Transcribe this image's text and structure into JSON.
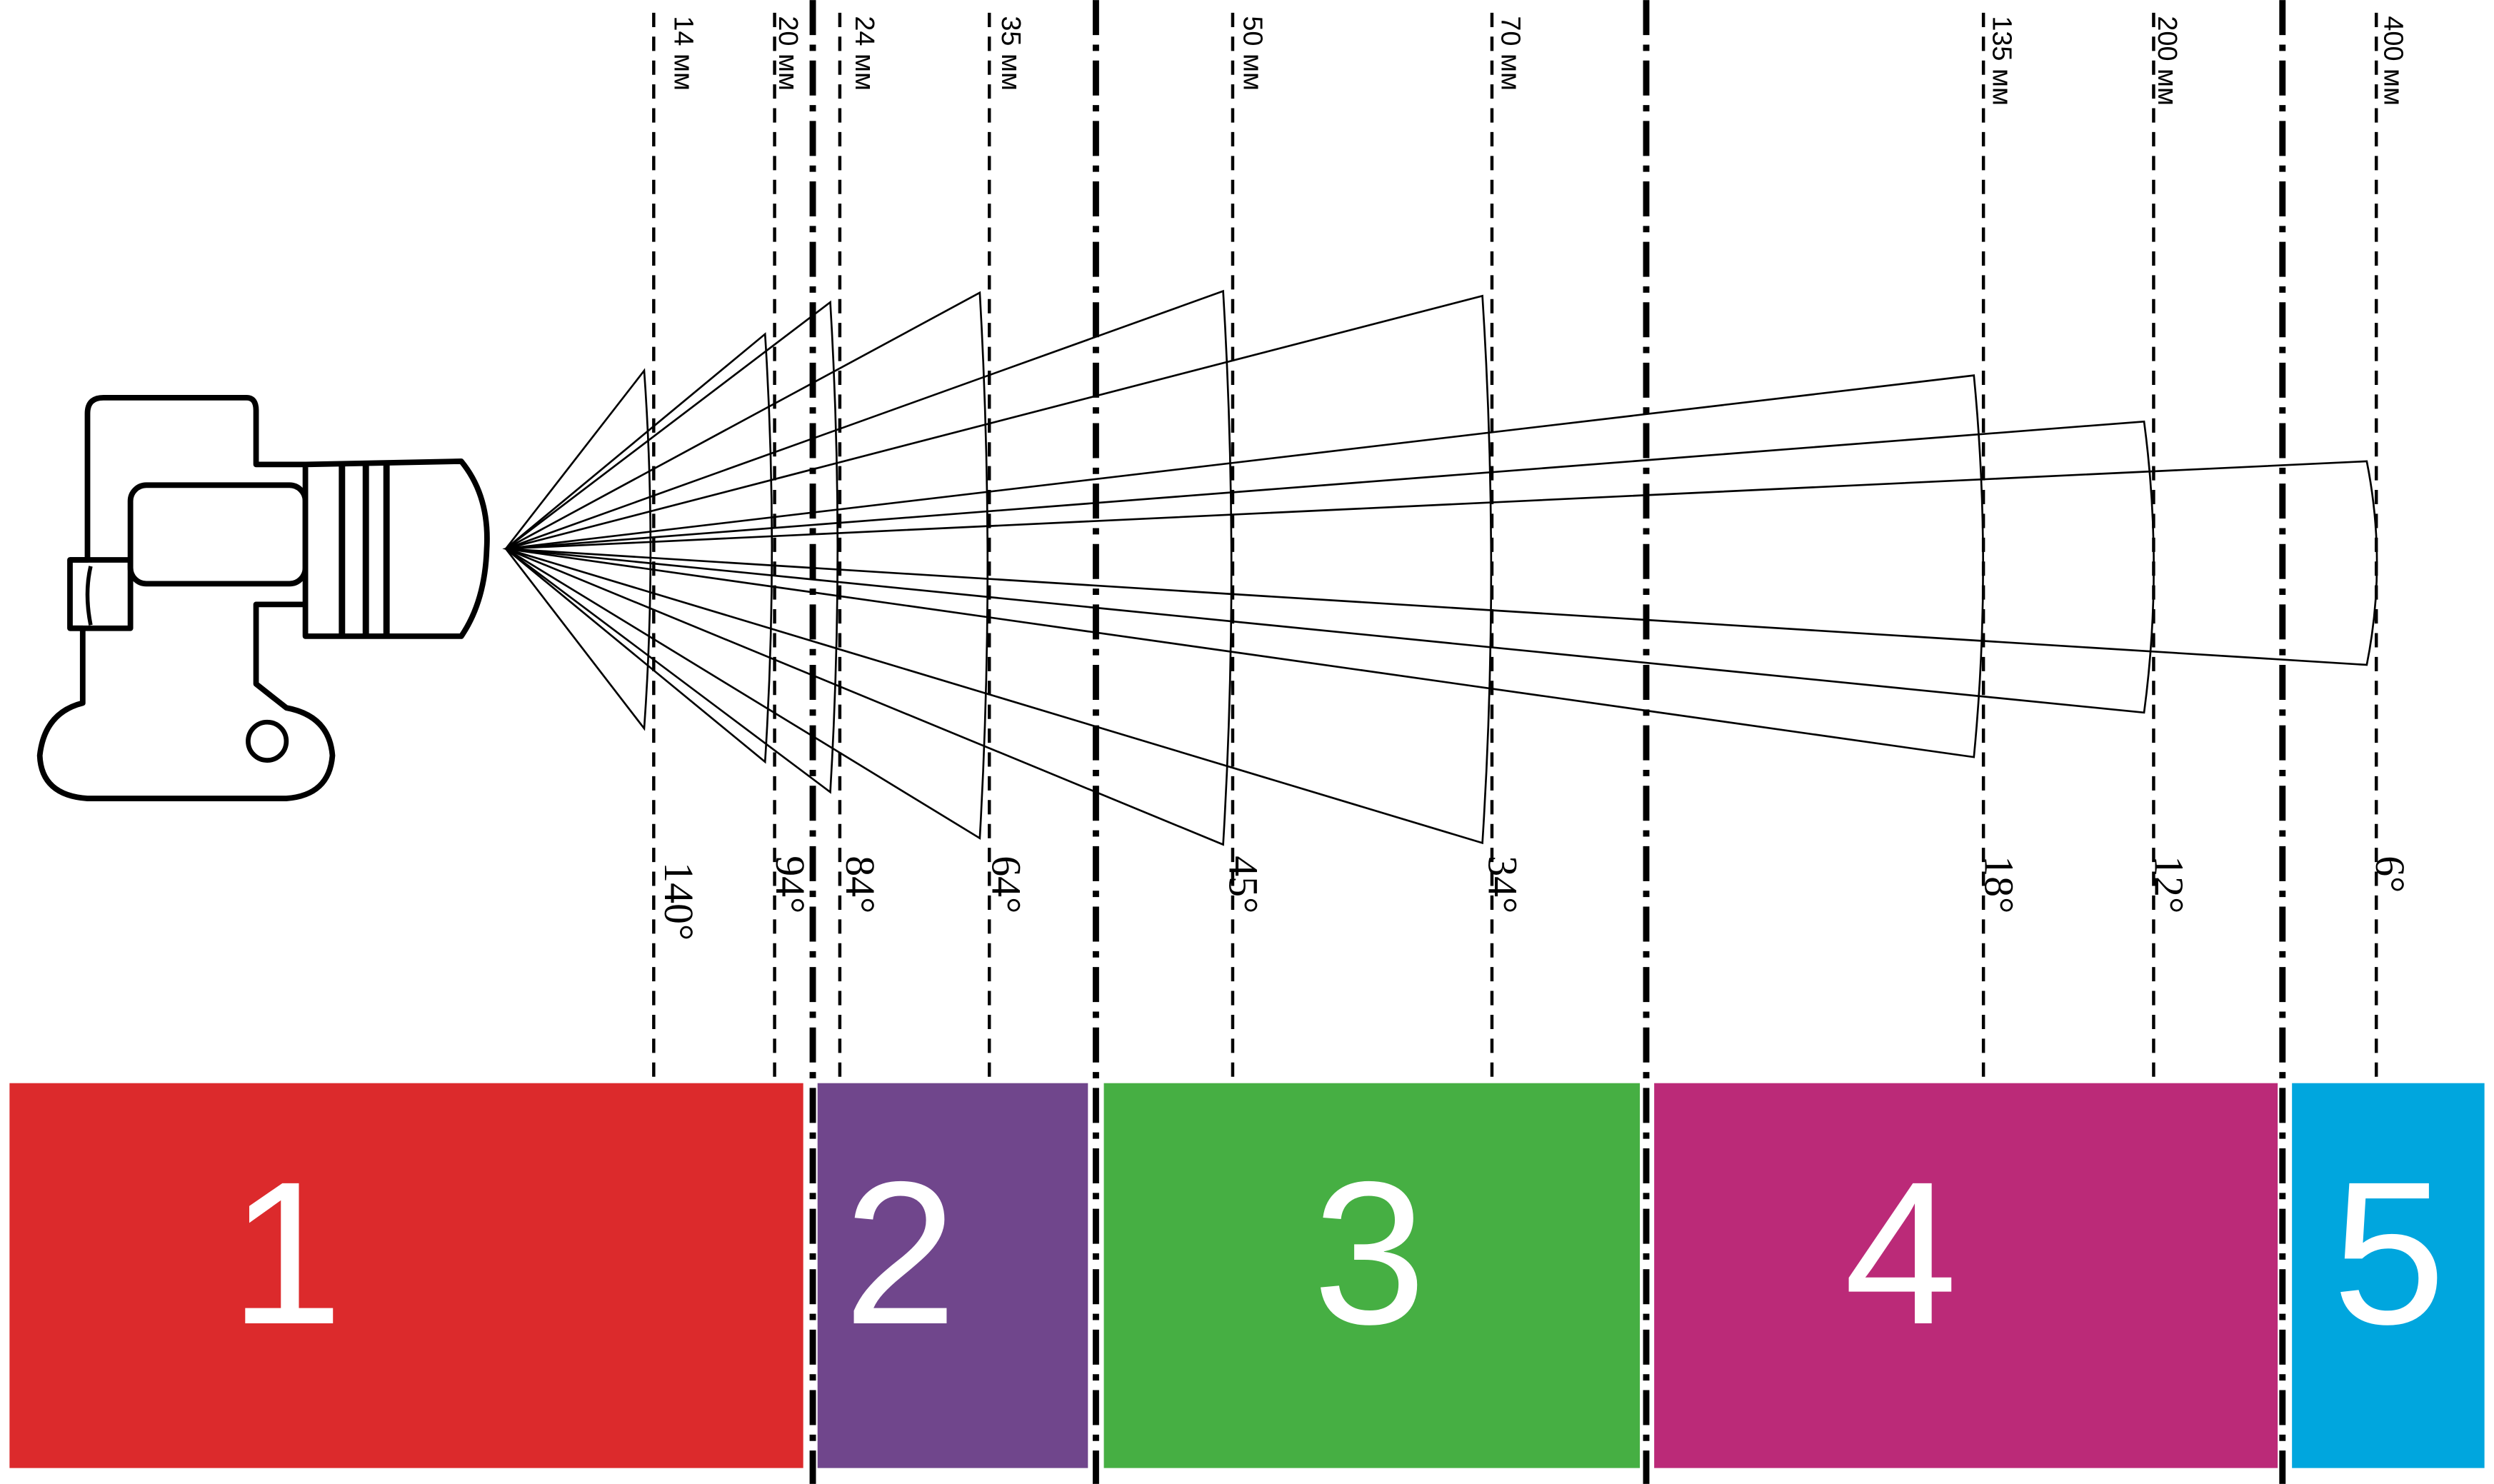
{
  "focal_lengths": [
    {
      "focal": "14 мм",
      "angle": "140°"
    },
    {
      "focal": "20 мм",
      "angle": "94°"
    },
    {
      "focal": "24 мм",
      "angle": "84°"
    },
    {
      "focal": "35 мм",
      "angle": "64°"
    },
    {
      "focal": "50 мм",
      "angle": "45°"
    },
    {
      "focal": "70 мм",
      "angle": "34°"
    },
    {
      "focal": "135 мм",
      "angle": "18°"
    },
    {
      "focal": "200 мм",
      "angle": "12°"
    },
    {
      "focal": "400 мм",
      "angle": "6°"
    }
  ],
  "zones": [
    {
      "label": "1",
      "color": "#dc2a2c"
    },
    {
      "label": "2",
      "color": "#70468c"
    },
    {
      "label": "3",
      "color": "#46af43"
    },
    {
      "label": "4",
      "color": "#bb2a78"
    },
    {
      "label": "5",
      "color": "#00a6de"
    }
  ],
  "colors": {
    "line": "#000000",
    "zone_text": "#ffffff",
    "background": "#ffffff"
  },
  "icons": {
    "camera": "camera-icon"
  }
}
